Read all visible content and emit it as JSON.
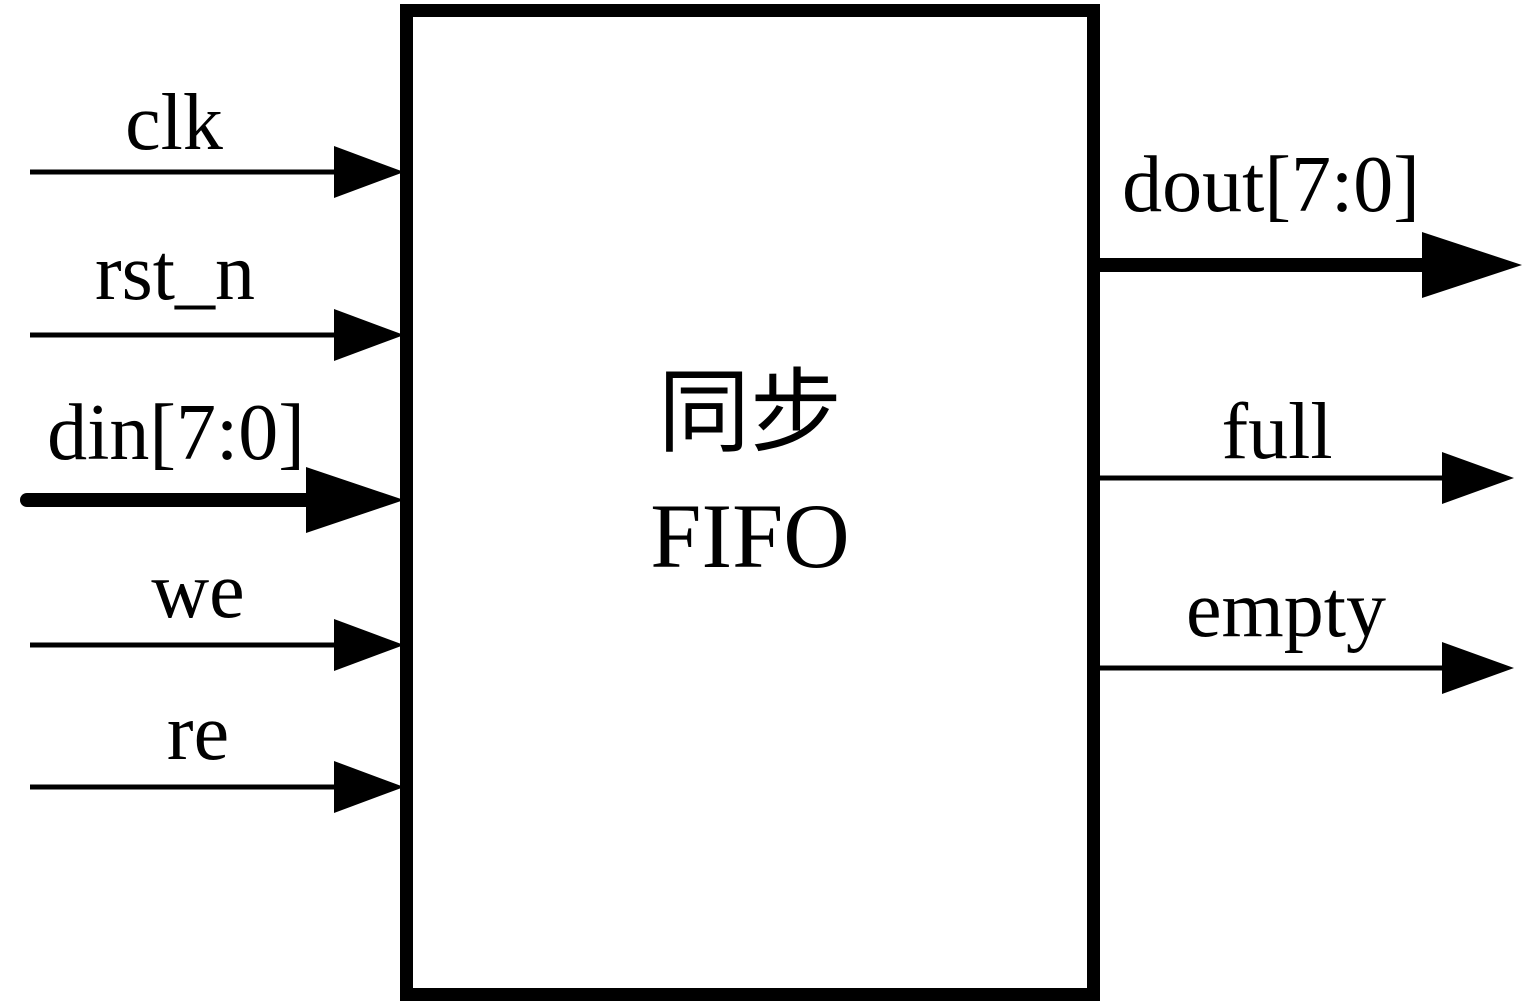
{
  "diagram": {
    "block": {
      "title_line1": "同步",
      "title_line2": "FIFO"
    },
    "signals": {
      "inputs": [
        {
          "name": "clk",
          "bus": false,
          "direction": "in"
        },
        {
          "name": "rst_n",
          "bus": false,
          "direction": "in"
        },
        {
          "name": "din[7:0]",
          "bus": true,
          "direction": "in"
        },
        {
          "name": "we",
          "bus": false,
          "direction": "in"
        },
        {
          "name": "re",
          "bus": false,
          "direction": "in"
        }
      ],
      "outputs": [
        {
          "name": "dout[7:0]",
          "bus": true,
          "direction": "out"
        },
        {
          "name": "full",
          "bus": false,
          "direction": "out"
        },
        {
          "name": "empty",
          "bus": false,
          "direction": "out"
        }
      ]
    },
    "colors": {
      "line": "#000000",
      "background": "#ffffff"
    }
  }
}
